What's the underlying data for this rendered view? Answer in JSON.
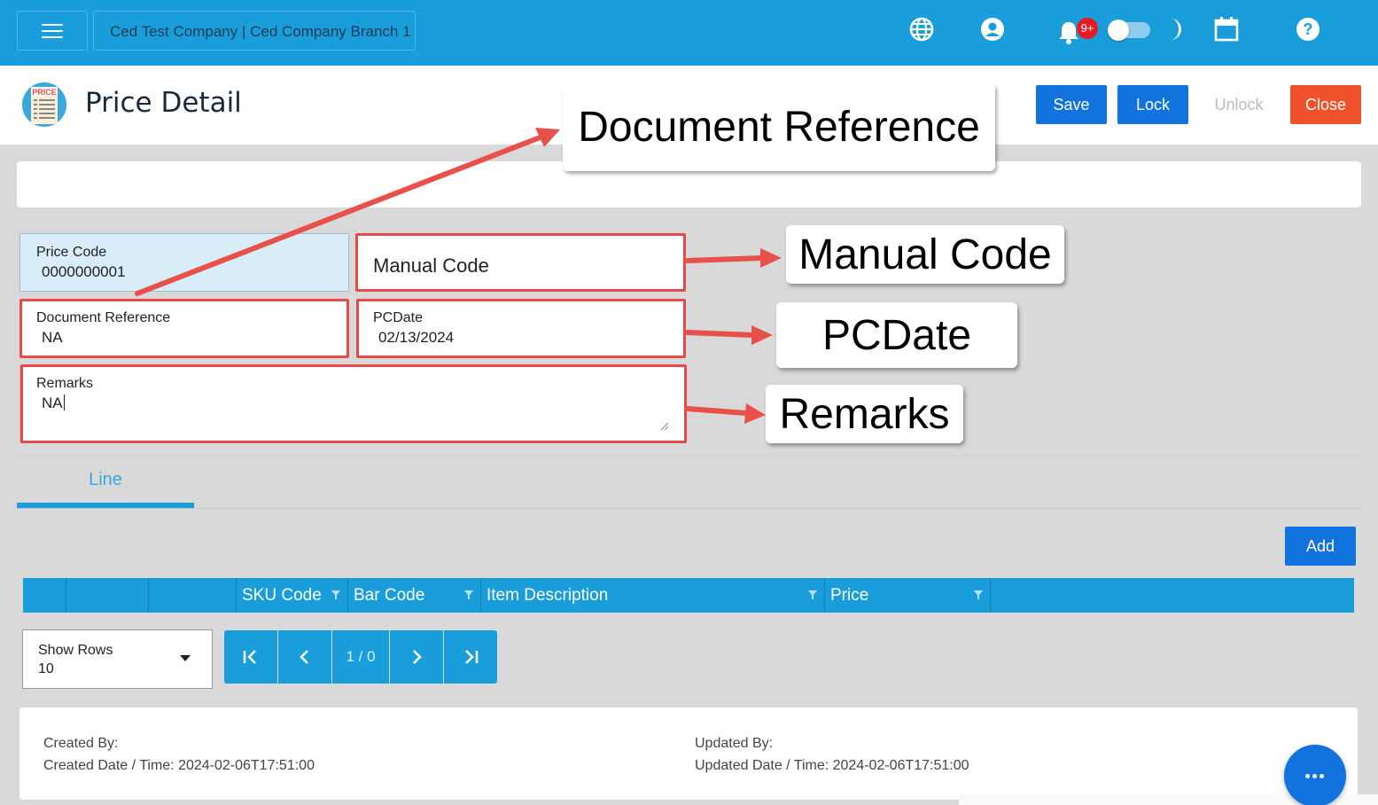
{
  "topbar": {
    "company": "Ced Test Company | Ced Company Branch 1",
    "notification_count": "9+",
    "icons": [
      "menu-icon",
      "globe-icon",
      "user-icon",
      "bell-icon",
      "toggle-switch",
      "moon-icon",
      "calendar-icon",
      "help-icon"
    ]
  },
  "header": {
    "title": "Price Detail",
    "icon_text": "PRICE",
    "buttons": {
      "save": "Save",
      "lock": "Lock",
      "unlock": "Unlock",
      "close": "Close"
    }
  },
  "form": {
    "price_code": {
      "label": "Price Code",
      "value": "0000000001"
    },
    "manual_code": {
      "placeholder": "Manual Code"
    },
    "document_reference": {
      "label": "Document Reference",
      "value": "NA"
    },
    "pc_date": {
      "label": "PCDate",
      "value": "02/13/2024"
    },
    "remarks": {
      "label": "Remarks",
      "value": "NA"
    }
  },
  "callouts": {
    "document_reference": "Document Reference",
    "manual_code": "Manual Code",
    "pcdate": "PCDate",
    "remarks": "Remarks"
  },
  "tabs": [
    {
      "label": "Line",
      "active": true
    }
  ],
  "grid": {
    "add_label": "Add",
    "columns": [
      "",
      "",
      "",
      "SKU Code",
      "Bar Code",
      "Item Description",
      "Price",
      ""
    ]
  },
  "pager": {
    "show_rows_label": "Show Rows",
    "show_rows_value": "10",
    "page_info": "1 / 0"
  },
  "audit": {
    "created_by": "Created By:",
    "created_date": "Created Date / Time: 2024-02-06T17:51:00",
    "updated_by": "Updated By:",
    "updated_date": "Updated Date / Time: 2024-02-06T17:51:00"
  },
  "colors": {
    "topbar": "#1a9edb",
    "primary_button": "#1273de",
    "close_button": "#f0522b",
    "highlight": "#e84a4a"
  }
}
